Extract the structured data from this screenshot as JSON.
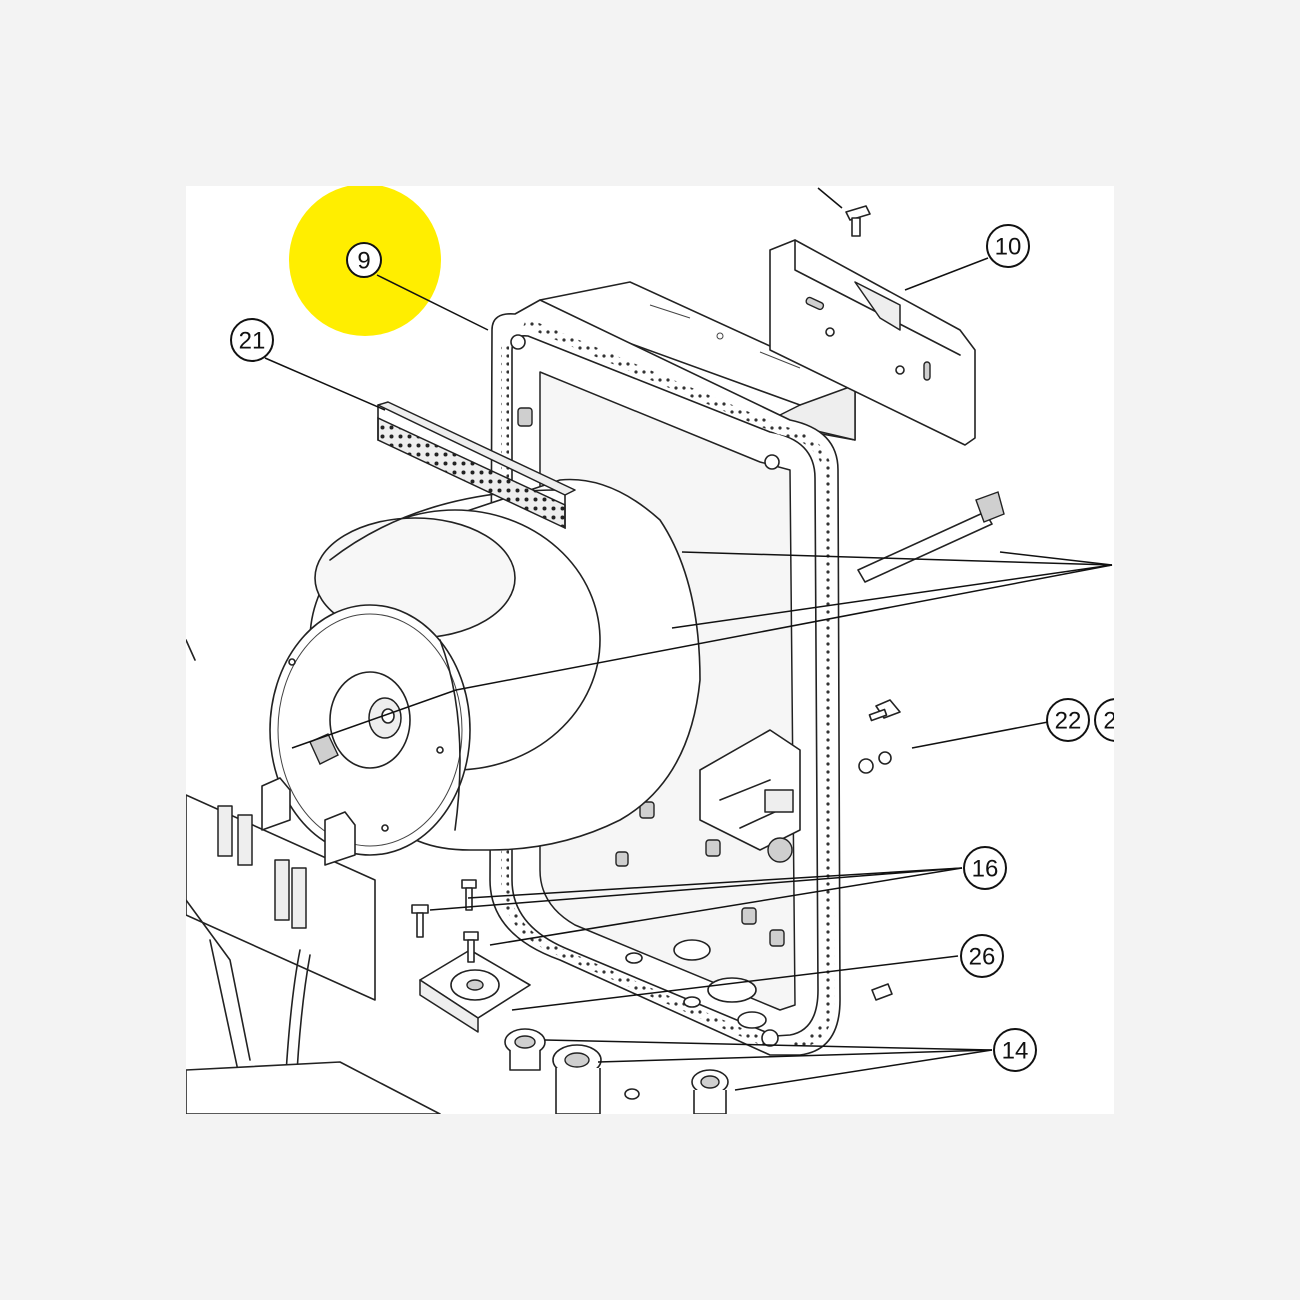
{
  "highlight": {
    "color": "#ffee00",
    "callout": "9"
  },
  "callouts": {
    "c9": "9",
    "c10": "10",
    "c21": "21",
    "c22": "22",
    "c22b": "2",
    "c16": "16",
    "c26": "26",
    "c14": "14"
  },
  "colors": {
    "background": "#f3f3f3",
    "panel": "#ffffff",
    "linework": "#222222"
  }
}
